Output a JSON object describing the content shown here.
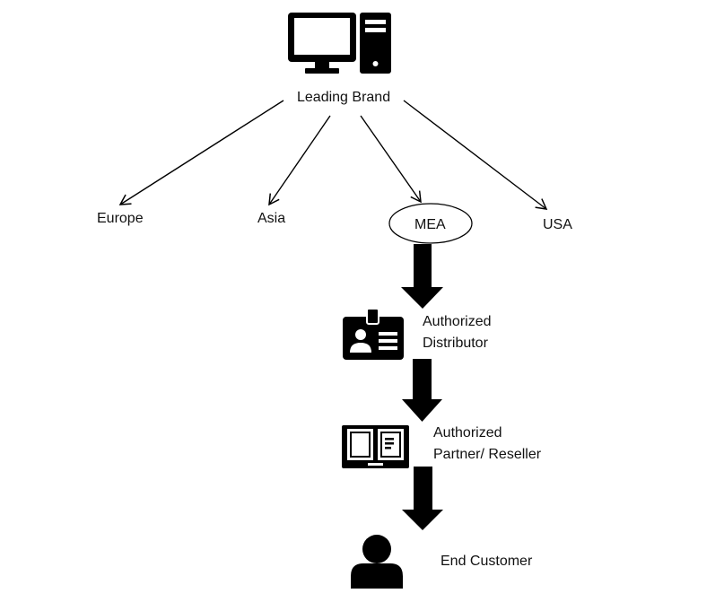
{
  "root": {
    "label": "Leading Brand",
    "icon": "desktop-computer-icon"
  },
  "regions": [
    {
      "label": "Europe",
      "highlighted": false
    },
    {
      "label": "Asia",
      "highlighted": false
    },
    {
      "label": "MEA",
      "highlighted": true
    },
    {
      "label": "USA",
      "highlighted": false
    }
  ],
  "chain": [
    {
      "line1": "Authorized",
      "line2": "Distributor",
      "icon": "id-badge-icon"
    },
    {
      "line1": "Authorized",
      "line2": "Partner/ Reseller",
      "icon": "open-book-icon"
    },
    {
      "line1": "End Customer",
      "line2": "",
      "icon": "user-icon"
    }
  ],
  "colors": {
    "ink": "#000000",
    "text": "#111111",
    "background": "#ffffff"
  }
}
